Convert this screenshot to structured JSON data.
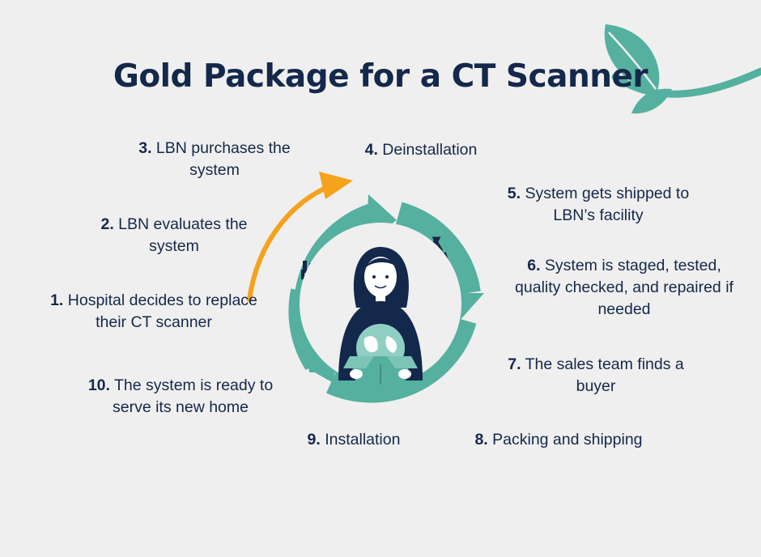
{
  "title": "Gold Package for a CT Scanner",
  "colors": {
    "navy": "#14284b",
    "teal": "#55b09f",
    "orange": "#f5a21c",
    "background": "#efefef"
  },
  "icons": [
    "leaf-icon",
    "factory-icon",
    "recycle-icon",
    "person-with-globe-box-icon",
    "curved-arrow-icon"
  ],
  "steps": [
    {
      "num": "1.",
      "text": "Hospital decides to replace their CT scanner"
    },
    {
      "num": "2.",
      "text": "LBN evaluates the system"
    },
    {
      "num": "3.",
      "text": "LBN purchases the system"
    },
    {
      "num": "4.",
      "text": "Deinstallation"
    },
    {
      "num": "5.",
      "text": "System gets shipped to LBN’s facility"
    },
    {
      "num": "6.",
      "text": "System is staged, tested, quality checked, and repaired if needed"
    },
    {
      "num": "7.",
      "text": "The sales team finds a buyer"
    },
    {
      "num": "8.",
      "text": "Packing and shipping"
    },
    {
      "num": "9.",
      "text": "Installation"
    },
    {
      "num": "10.",
      "text": "The system is ready to serve its new home"
    }
  ]
}
